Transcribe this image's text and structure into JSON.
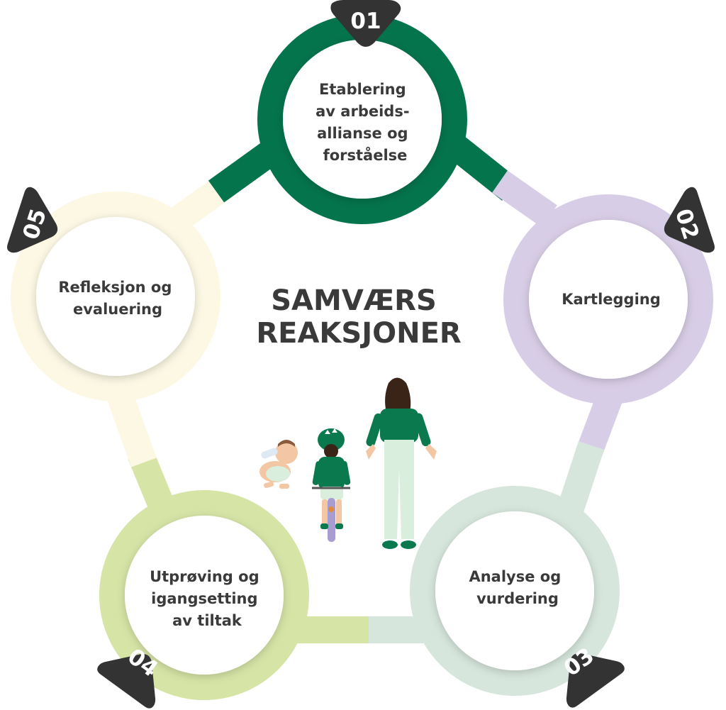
{
  "title": {
    "line1": "SAMVÆRS",
    "line2": "REAKSJONER"
  },
  "steps": [
    {
      "number": "01",
      "lines": [
        "Etablering",
        "av arbeids-",
        "allianse og",
        "forståelse"
      ],
      "color": "#04744c"
    },
    {
      "number": "02",
      "lines": [
        "Kartlegging"
      ],
      "color": "#d8cde6"
    },
    {
      "number": "03",
      "lines": [
        "Analyse og",
        "vurdering"
      ],
      "color": "#d6e6dc"
    },
    {
      "number": "04",
      "lines": [
        "Utprøving og",
        "igangsetting",
        "av tiltak"
      ],
      "color": "#d6e4a6"
    },
    {
      "number": "05",
      "lines": [
        "Refleksjon og",
        "evaluering"
      ],
      "color": "#fcf8e4"
    }
  ],
  "colors": {
    "badge": "#333333",
    "text": "#3a3a3a",
    "figure_green": "#0a7a4e",
    "figure_pale": "#d9eedc"
  }
}
